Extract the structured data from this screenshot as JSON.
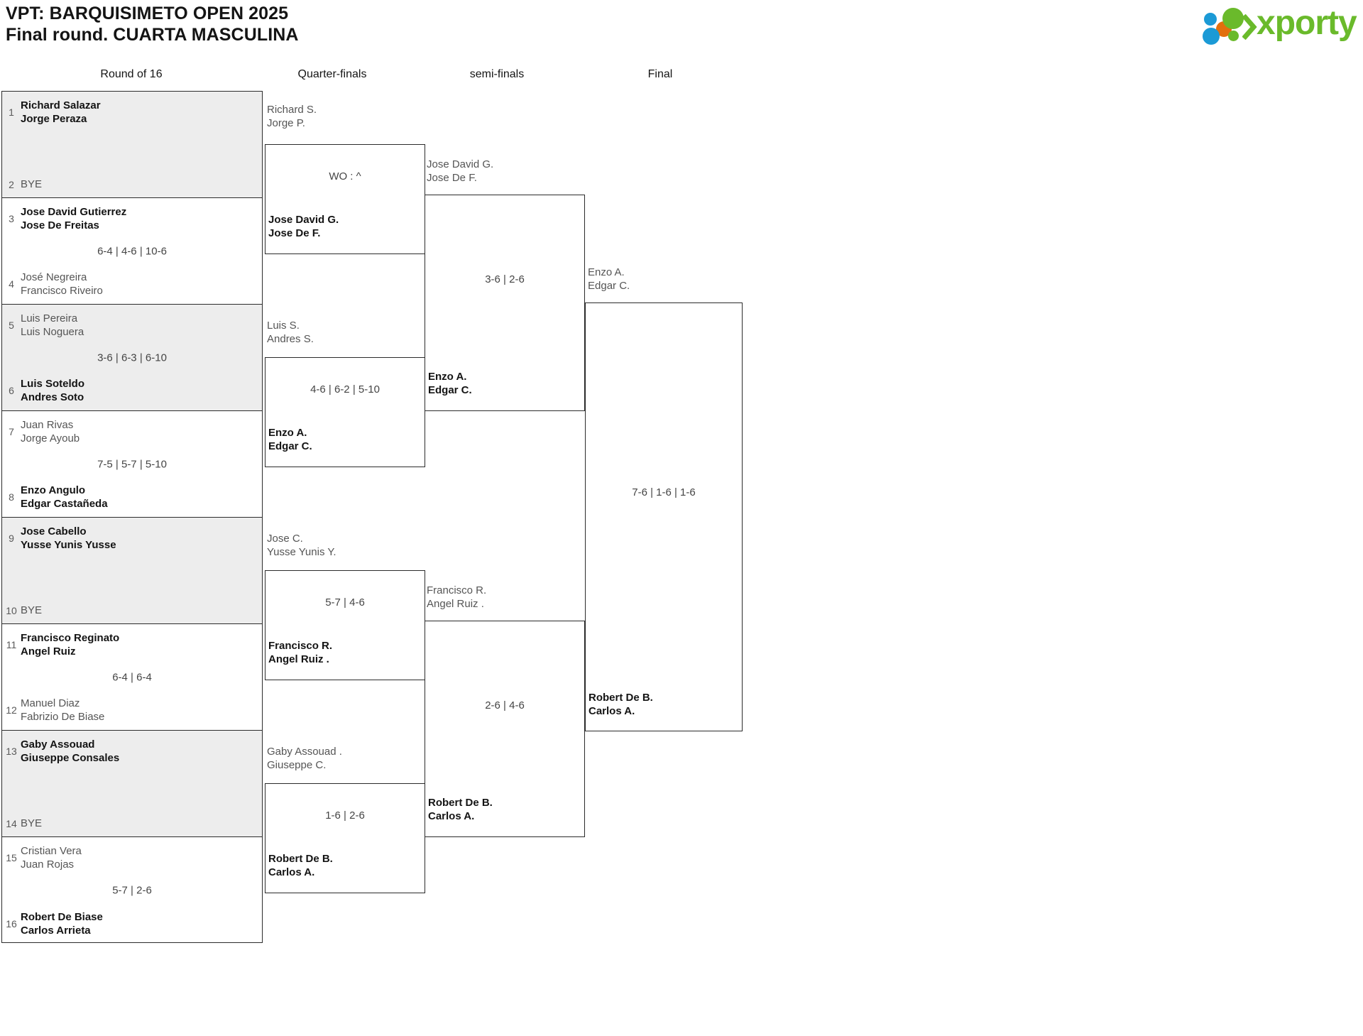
{
  "header": {
    "title_line1": "VPT: BARQUISIMETO OPEN 2025",
    "title_line2": "Final round. CUARTA MASCULINA",
    "logo_text": "xporty",
    "logo_colors": {
      "green": "#6aba2b",
      "blue": "#1b9ad6",
      "orange": "#e2700d"
    }
  },
  "rounds": [
    {
      "label": "Round of 16"
    },
    {
      "label": "Quarter-finals"
    },
    {
      "label": "semi-finals"
    },
    {
      "label": "Final"
    }
  ],
  "round_of_16": [
    {
      "seed_top": "1",
      "top_line1": "Richard Salazar",
      "top_line2": "Jorge Peraza",
      "top_result": "winner",
      "seed_bottom": "2",
      "bottom_line1": "BYE",
      "bottom_line2": "",
      "bottom_result": "bye",
      "score": ""
    },
    {
      "seed_top": "3",
      "top_line1": "Jose David Gutierrez",
      "top_line2": "Jose De Freitas",
      "top_result": "winner",
      "seed_bottom": "4",
      "bottom_line1": "José Negreira",
      "bottom_line2": "Francisco Riveiro",
      "bottom_result": "loser",
      "score": "6-4 | 4-6 | 10-6"
    },
    {
      "seed_top": "5",
      "top_line1": "Luis Pereira",
      "top_line2": "Luis Noguera",
      "top_result": "loser",
      "seed_bottom": "6",
      "bottom_line1": "Luis Soteldo",
      "bottom_line2": "Andres Soto",
      "bottom_result": "winner",
      "score": "3-6 | 6-3 | 6-10"
    },
    {
      "seed_top": "7",
      "top_line1": "Juan Rivas",
      "top_line2": "Jorge Ayoub",
      "top_result": "loser",
      "seed_bottom": "8",
      "bottom_line1": "Enzo Angulo",
      "bottom_line2": "Edgar Castañeda",
      "bottom_result": "winner",
      "score": "7-5 | 5-7 | 5-10"
    },
    {
      "seed_top": "9",
      "top_line1": "Jose Cabello",
      "top_line2": "Yusse Yunis Yusse",
      "top_result": "winner",
      "seed_bottom": "10",
      "bottom_line1": "BYE",
      "bottom_line2": "",
      "bottom_result": "bye",
      "score": ""
    },
    {
      "seed_top": "11",
      "top_line1": "Francisco Reginato",
      "top_line2": "Angel Ruiz",
      "top_result": "winner",
      "seed_bottom": "12",
      "bottom_line1": "Manuel Diaz",
      "bottom_line2": "Fabrizio De Biase",
      "bottom_result": "loser",
      "score": "6-4 | 6-4"
    },
    {
      "seed_top": "13",
      "top_line1": "Gaby Assouad",
      "top_line2": "Giuseppe Consales",
      "top_result": "winner",
      "seed_bottom": "14",
      "bottom_line1": "BYE",
      "bottom_line2": "",
      "bottom_result": "bye",
      "score": ""
    },
    {
      "seed_top": "15",
      "top_line1": "Cristian Vera",
      "top_line2": "Juan Rojas",
      "top_result": "loser",
      "seed_bottom": "16",
      "bottom_line1": "Robert De Biase",
      "bottom_line2": "Carlos Arrieta",
      "bottom_result": "winner",
      "score": "5-7 | 2-6"
    }
  ],
  "quarter_finals": [
    {
      "upper_line1": "Richard S.",
      "upper_line2": "Jorge P.",
      "upper_result": "loser",
      "lower_line1": "Jose David G.",
      "lower_line2": "Jose De F.",
      "lower_result": "winner",
      "score": "WO : ^"
    },
    {
      "upper_line1": "Luis S.",
      "upper_line2": "Andres S.",
      "upper_result": "loser",
      "lower_line1": "Enzo A.",
      "lower_line2": "Edgar C.",
      "lower_result": "winner",
      "score": "4-6 | 6-2 | 5-10"
    },
    {
      "upper_line1": "Jose C.",
      "upper_line2": "Yusse Yunis Y.",
      "upper_result": "loser",
      "lower_line1": "Francisco R.",
      "lower_line2": "Angel Ruiz .",
      "lower_result": "winner",
      "score": "5-7 | 4-6"
    },
    {
      "upper_line1": "Gaby Assouad .",
      "upper_line2": "Giuseppe C.",
      "upper_result": "loser",
      "lower_line1": "Robert De B.",
      "lower_line2": "Carlos A.",
      "lower_result": "winner",
      "score": "1-6 | 2-6"
    }
  ],
  "semi_finals": [
    {
      "upper_line1": "Jose David G.",
      "upper_line2": "Jose De F.",
      "upper_result": "loser",
      "lower_line1": "Enzo A.",
      "lower_line2": "Edgar C.",
      "lower_result": "winner",
      "score": "3-6 | 2-6"
    },
    {
      "upper_line1": "Francisco R.",
      "upper_line2": "Angel Ruiz .",
      "upper_result": "loser",
      "lower_line1": "Robert De B.",
      "lower_line2": "Carlos A.",
      "lower_result": "winner",
      "score": "2-6 | 4-6"
    }
  ],
  "final": [
    {
      "upper_line1": "Enzo A.",
      "upper_line2": "Edgar C.",
      "upper_result": "loser",
      "lower_line1": "Robert De B.",
      "lower_line2": "Carlos A.",
      "lower_result": "winner",
      "score": "7-6 | 1-6 | 1-6"
    }
  ]
}
